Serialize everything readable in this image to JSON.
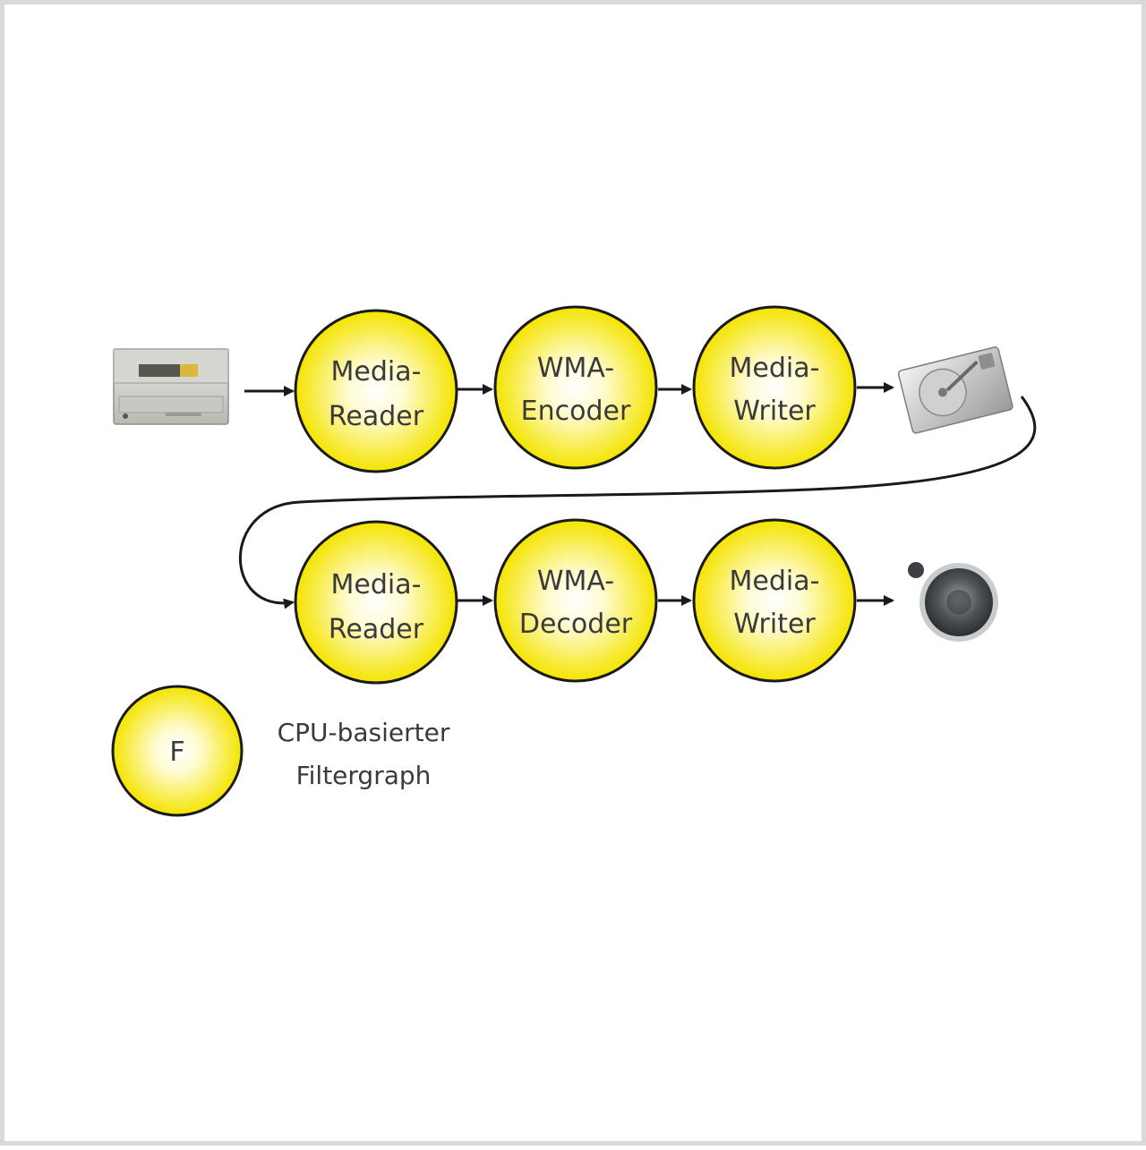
{
  "colors": {
    "node_fill_center": "#ffffff",
    "node_fill_edge": "#f4e400",
    "node_stroke": "#1a1a1a",
    "connector": "#1a1a1a"
  },
  "icons": {
    "source": "cd-drive-icon",
    "intermediate": "hard-disk-icon",
    "sink": "speaker-icon"
  },
  "row1": {
    "reader": [
      "Media-",
      "Reader"
    ],
    "encoder": [
      "WMA-",
      "Encoder"
    ],
    "writer": [
      "Media-",
      "Writer"
    ]
  },
  "row2": {
    "reader": [
      "Media-",
      "Reader"
    ],
    "decoder": [
      "WMA-",
      "Decoder"
    ],
    "writer": [
      "Media-",
      "Writer"
    ]
  },
  "legend": {
    "symbol": "F",
    "text": [
      "CPU-basierter",
      "Filtergraph"
    ]
  }
}
